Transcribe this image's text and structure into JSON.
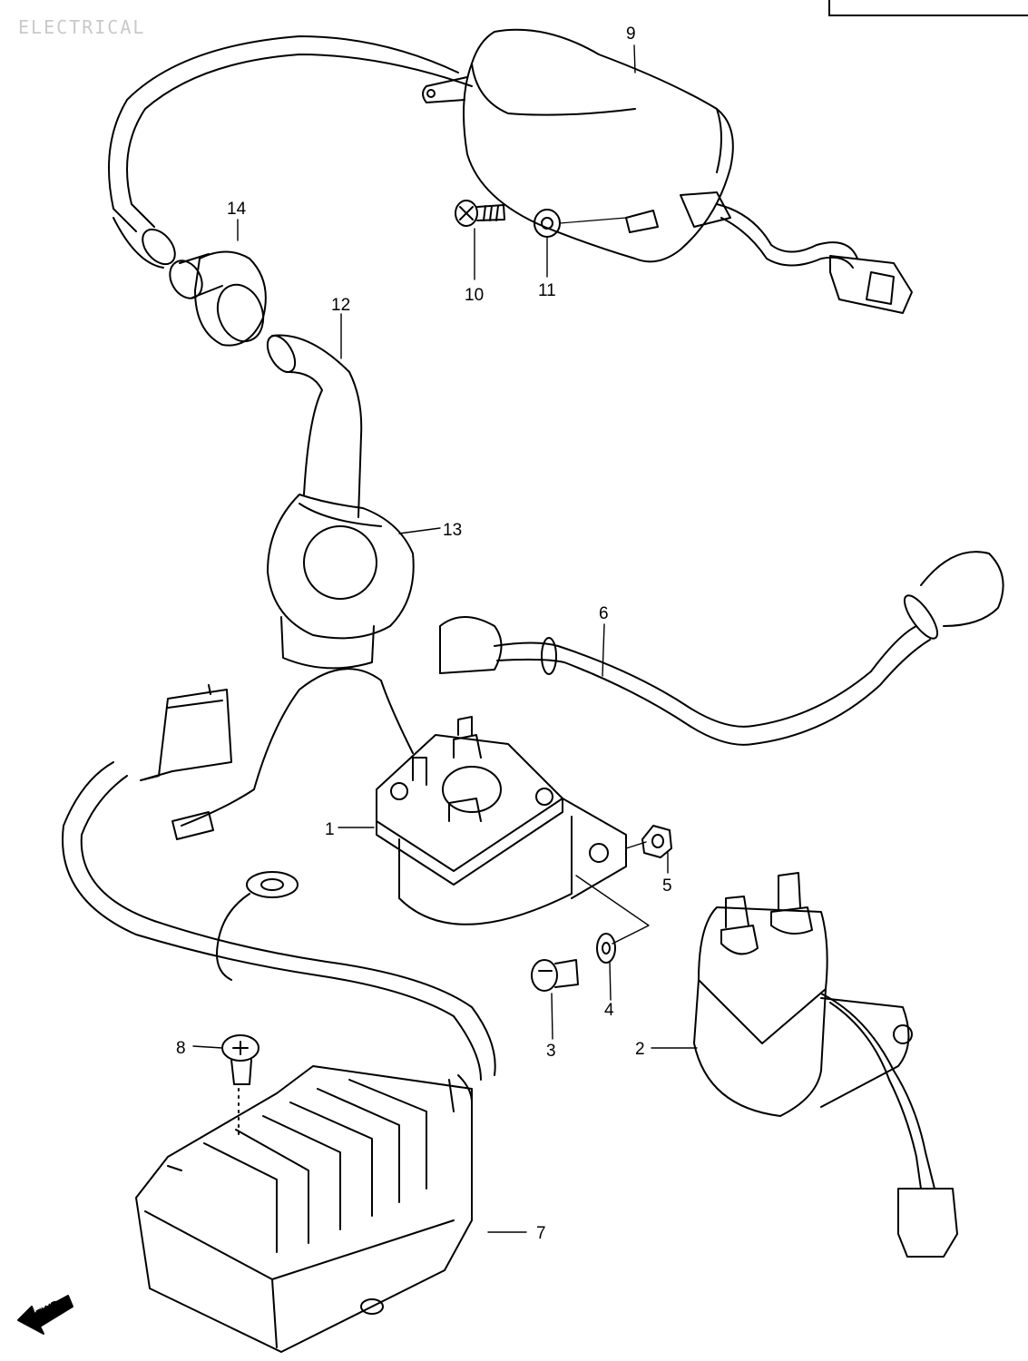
{
  "title": "ELECTRICAL",
  "forward_mark": "FWD",
  "parts": {
    "p1": "1",
    "p2": "2",
    "p3": "3",
    "p4": "4",
    "p5": "5",
    "p6": "6",
    "p7": "7",
    "p8": "8",
    "p9": "9",
    "p10": "10",
    "p11": "11",
    "p12": "12",
    "p13": "13",
    "p14": "14"
  }
}
